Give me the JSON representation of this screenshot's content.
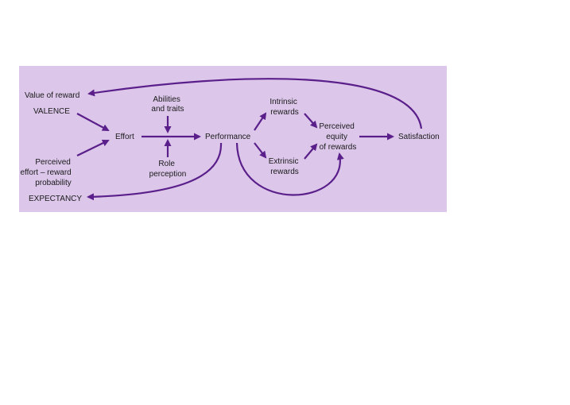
{
  "diagram": {
    "colors": {
      "panel": "#dcc7ea",
      "arrow": "#5a1f8a",
      "text": "#1a1a1a"
    },
    "nodes": {
      "value_of_reward": [
        "Value of reward"
      ],
      "valence": [
        "VALENCE"
      ],
      "effort": [
        "Effort"
      ],
      "abilities": [
        "Abilities",
        "and traits"
      ],
      "role_perception": [
        "Role",
        "perception"
      ],
      "perceived_effort": [
        "Perceived",
        "effort – reward",
        "probability"
      ],
      "expectancy": [
        "EXPECTANCY"
      ],
      "performance": [
        "Performance"
      ],
      "intrinsic": [
        "Intrinsic",
        "rewards"
      ],
      "extrinsic": [
        "Extrinsic",
        "rewards"
      ],
      "equity": [
        "Perceived",
        "equity",
        "of rewards"
      ],
      "satisfaction": [
        "Satisfaction"
      ]
    }
  }
}
